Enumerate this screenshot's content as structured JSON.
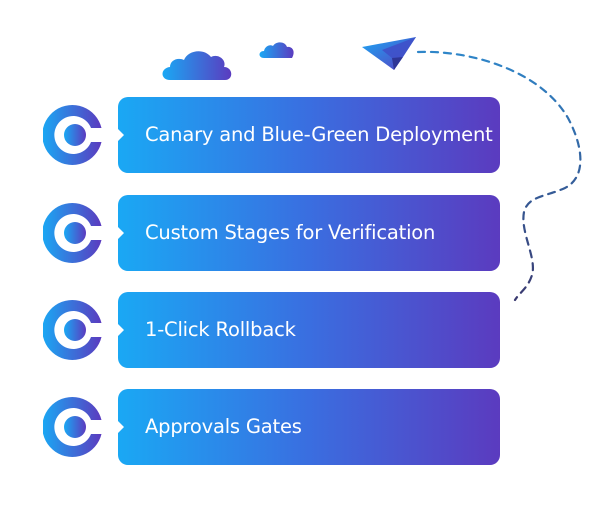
{
  "colors": {
    "gradient_start": "#1aa8f4",
    "gradient_mid": "#3a6ee0",
    "gradient_end": "#5b3bbf",
    "dash_start": "#2f86c9",
    "dash_end": "#3a3a70",
    "background": "#ffffff"
  },
  "decorations": {
    "clouds": [
      "cloud-icon",
      "cloud-icon"
    ],
    "plane": "paper-plane-icon",
    "path": "dashed-flight-path"
  },
  "features": [
    {
      "icon": "circle-c-icon",
      "label": "Canary and Blue-Green Deployment"
    },
    {
      "icon": "circle-c-icon",
      "label": "Custom Stages for Verification"
    },
    {
      "icon": "circle-c-icon",
      "label": "1-Click Rollback"
    },
    {
      "icon": "circle-c-icon",
      "label": "Approvals Gates"
    }
  ]
}
